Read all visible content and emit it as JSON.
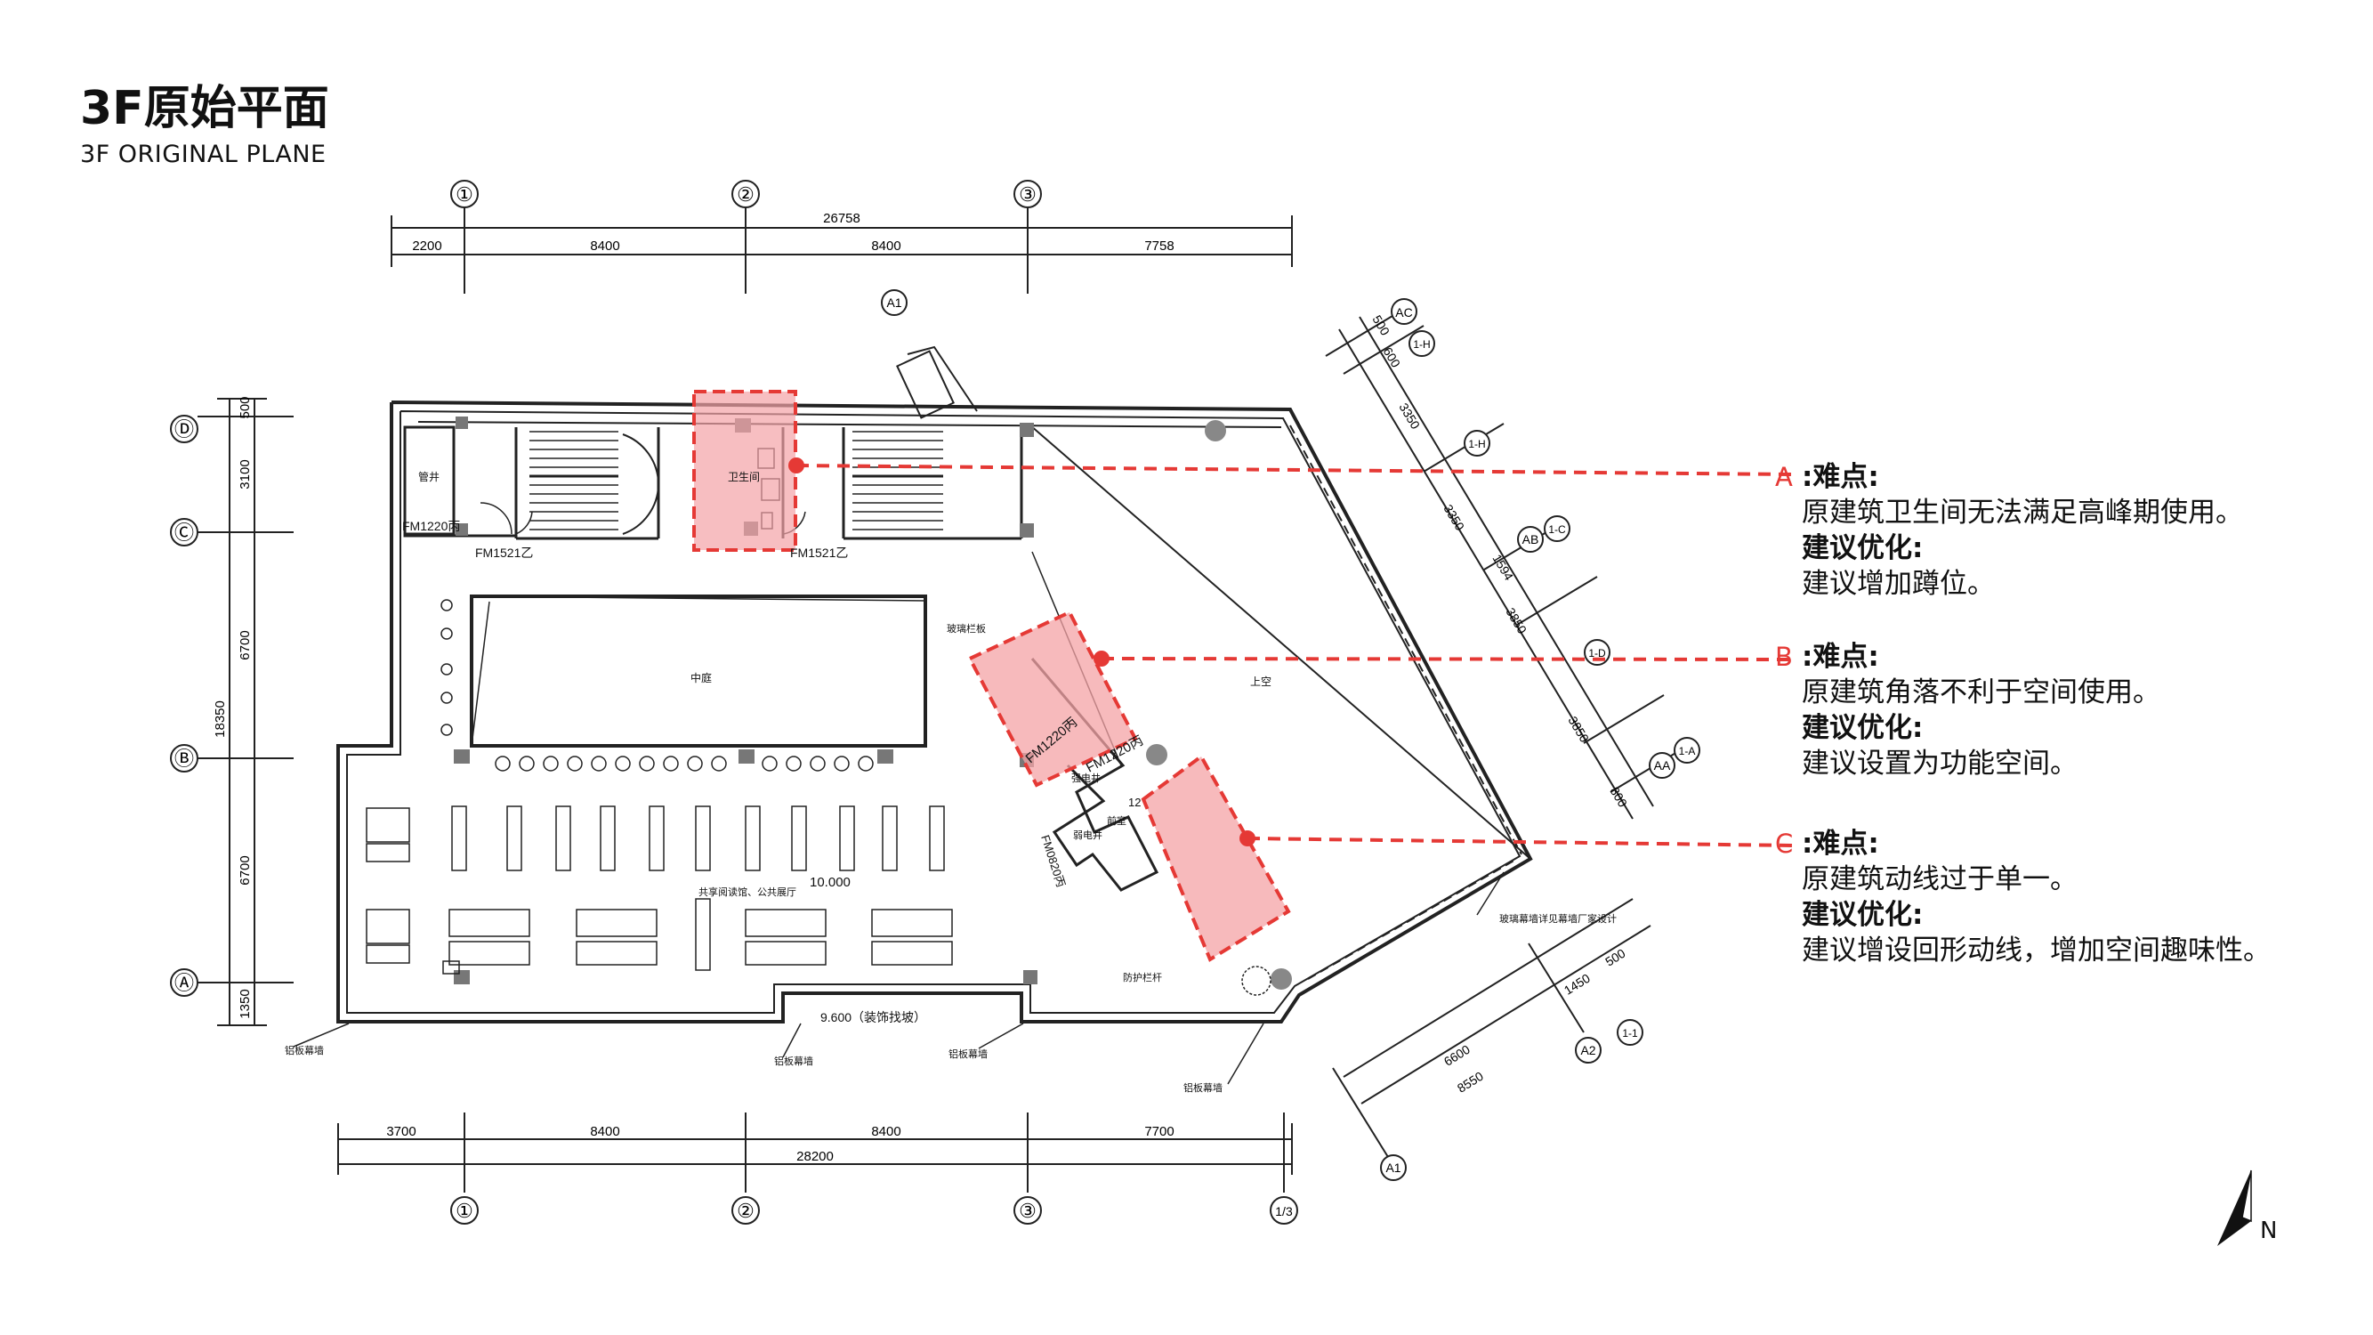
{
  "header": {
    "title": "3F原始平面",
    "subtitle": "3F ORIGINAL PLANE"
  },
  "grid": {
    "top_axes": [
      "①",
      "②",
      "③"
    ],
    "bottom_axes": [
      "①",
      "②",
      "③",
      "1/3"
    ],
    "left_axes": [
      "Ⓓ",
      "Ⓒ",
      "Ⓑ",
      "Ⓐ"
    ],
    "top_total": "26758",
    "top_spans": [
      "2200",
      "8400",
      "8400",
      "7758"
    ],
    "bottom_total": "28200",
    "bottom_spans": [
      "3700",
      "8400",
      "8400",
      "7700"
    ],
    "left_total": "18350",
    "left_spans": [
      "500",
      "3100",
      "6700",
      "6700",
      "1350"
    ],
    "diag_axes": [
      "AC",
      "1-H",
      "1-H",
      "AB",
      "1-C",
      "1-D",
      "AA",
      "1-A"
    ],
    "diag_spans": [
      "500",
      "600",
      "3350",
      "3350",
      "1594",
      "3850",
      "3850",
      "800"
    ],
    "lower_axes": [
      "A1",
      "A2",
      "1-1"
    ],
    "lower_spans": [
      "6600",
      "8550",
      "1450",
      "500"
    ],
    "a1_top": "A1"
  },
  "plan_labels": {
    "fm1220_left": "FM1220丙",
    "fm1521_left": "FM1521乙",
    "fm1521_right": "FM1521乙",
    "shaft": "管井",
    "toilet": "卫生间",
    "atrium": "中庭",
    "glass_rail": "玻璃栏板",
    "void": "上空",
    "fm1220_a": "FM1220丙",
    "fm1220_b": "FM1220丙",
    "elec_room": "强电井",
    "weak_room": "弱电井",
    "fire_room": "前室",
    "fm0820": "FM0820丙",
    "stair_num": "12",
    "hall": "共享阅读馆、公共展厅",
    "level_main": "10.000",
    "level_low": "9.600（装饰找坡）",
    "rail": "防护栏杆",
    "curtain_note": "玻璃幕墙详见幕墙厂家设计",
    "curtain1": "铝板幕墙",
    "curtain2": "铝板幕墙",
    "curtain3": "铝板幕墙",
    "curtain4": "铝板幕墙"
  },
  "notes": [
    {
      "letter": "A",
      "diff_label": ":难点:",
      "diff_text": "原建筑卫生间无法满足高峰期使用。",
      "opt_label": "建议优化:",
      "opt_text": "建议增加蹲位。"
    },
    {
      "letter": "B",
      "diff_label": ":难点:",
      "diff_text": "原建筑角落不利于空间使用。",
      "opt_label": "建议优化:",
      "opt_text": "建议设置为功能空间。"
    },
    {
      "letter": "C",
      "diff_label": ":难点:",
      "diff_text": "原建筑动线过于单一。",
      "opt_label": "建议优化:",
      "opt_text": "建议增设回形动线，增加空间趣味性。"
    }
  ],
  "compass": {
    "label": "N"
  },
  "colors": {
    "highlight_fill": "#f4a3a6",
    "highlight_stroke": "#e53935",
    "leader": "#e53935",
    "line": "#222222"
  }
}
